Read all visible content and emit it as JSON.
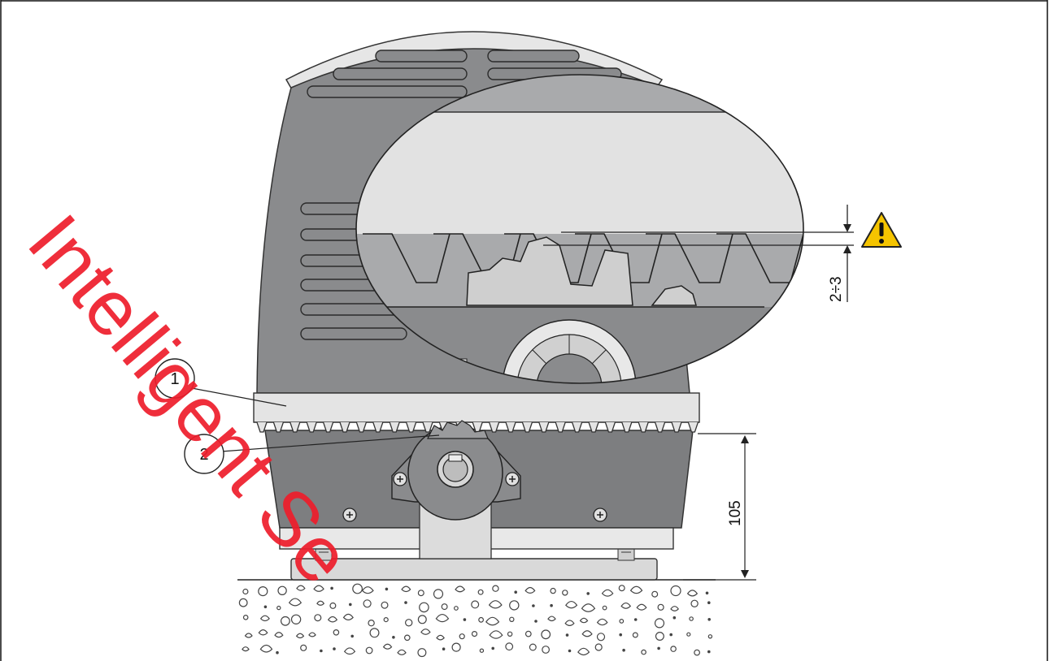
{
  "diagram": {
    "callouts": [
      {
        "id": "1",
        "label": "1",
        "refers_to": "rack"
      },
      {
        "id": "2",
        "label": "2",
        "refers_to": "pinion"
      }
    ],
    "dimensions": {
      "rack_height": "105",
      "gear_clearance": "2÷3"
    },
    "warning_icon": "warning-triangle-icon",
    "watermark": "Intelligent Se",
    "colors": {
      "housing": "#8a8b8d",
      "housing_dark": "#6f7072",
      "rack": "#e4e4e4",
      "magnifier_bg": "#a9aaac",
      "warning_fill": "#f5c400",
      "watermark": "#ee1d2b"
    }
  }
}
